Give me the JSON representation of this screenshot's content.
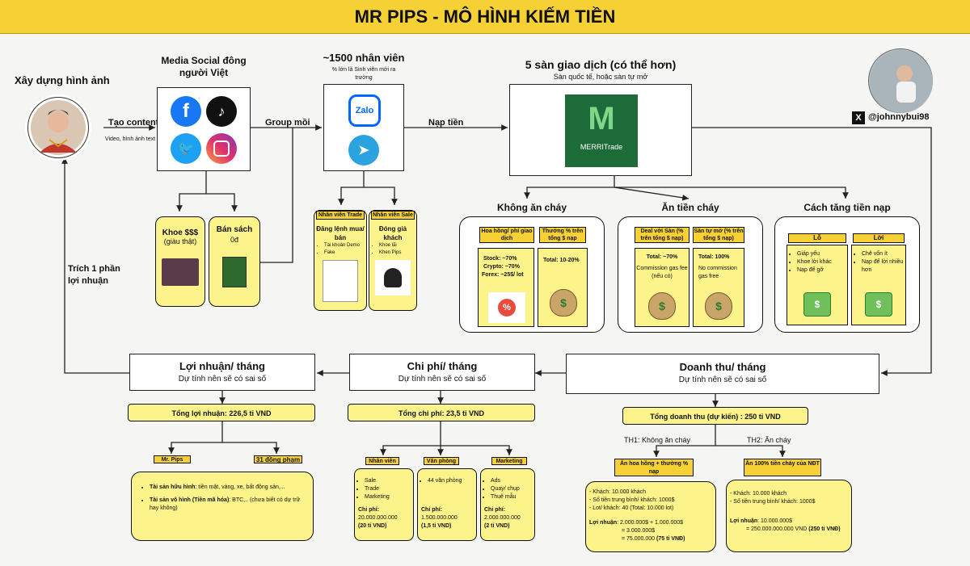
{
  "header": {
    "title": "MR PIPS - MÔ HÌNH KIẾM TIỀN"
  },
  "brand": {
    "title": "Xây dựng hình ảnh"
  },
  "flow": {
    "tao_content": "Tạo content",
    "tao_content_sub": "Video, hình ảnh text",
    "group_moi": "Group mồi",
    "nap_tien": "Nạp tiền",
    "trich": "Trích 1 phần lợi nhuận"
  },
  "media": {
    "title": "Media Social đông người Việt"
  },
  "khoe": {
    "title": "Khoe $$$",
    "sub": "(giàu thật)"
  },
  "bansach": {
    "title": "Bán sách",
    "sub": "0đ"
  },
  "staff": {
    "title": "~1500 nhân viên",
    "sub": "% lớn là Sinh viên mới ra trường",
    "zalo": "Zalo"
  },
  "nvtrade": {
    "tag": "Nhân viên Trade",
    "title": "Đăng lệnh mua/ bán",
    "items": [
      "Tài khoản Demo",
      "Fake"
    ]
  },
  "nvsale": {
    "tag": "Nhân viên Sale",
    "title": "Đóng giả khách",
    "items": [
      "Khoe lãi",
      "Khen Pips"
    ]
  },
  "exchange": {
    "title": "5 sàn giao dịch (có thể hơn)",
    "sub": "Sàn quốc tế, hoặc sàn tự mở",
    "logo_text": "MERRITrade"
  },
  "profile": {
    "handle": "@johnnybui98"
  },
  "kac": {
    "title": "Không ăn cháy",
    "tag1": "Hoa hồng/ phí giao dịch",
    "tag2": "Thưởng % trên tổng $ nạp",
    "stock": "Stock: ~70%",
    "crypto": "Crypto: ~70%",
    "forex": "Forex: ~25$/ lot",
    "total": "Total: 10-20%"
  },
  "atc": {
    "title": "Ăn tiền cháy",
    "tag1": "Deal với Sàn (% trên tổng $ nạp)",
    "tag2": "Sàn tự mở (% trên tổng $ nạp)",
    "total1": "Total: ~70%",
    "note1": "Commission gas fee (nếu có)",
    "total2": "Total: 100%",
    "note2": "No commission gas free"
  },
  "ctn": {
    "title": "Cách tăng tiền nạp",
    "tag1": "Lỗ",
    "tag2": "Lời",
    "items1": [
      "Giáp yếu",
      "Khoe lời khác",
      "Nạp để gỡ"
    ],
    "items2": [
      "Chê vốn ít",
      "Nạp để lời nhiều hơn"
    ]
  },
  "profit": {
    "title": "Lợi nhuận/ tháng",
    "sub": "Dự tính nên sẽ có sai số",
    "total": "Tổng lợi nhuận: 226,5 tỉ VND",
    "tag1": "Mr. Pips",
    "tag2": "31 đồng phạm",
    "asset1_b": "Tài sản hữu hình",
    "asset1": ": tiền mặt, vàng, xe, bất động sản,...",
    "asset2_b": "Tài sản vô hình (Tiền mã hóa)",
    "asset2": ": BTC,.. (chưa biết có dự trữ hay không)"
  },
  "cost": {
    "title": "Chi phí/ tháng",
    "sub": "Dự tính nên sẽ có sai số",
    "total": "Tổng chi phí: 23,5 tỉ VND",
    "col1": {
      "tag": "Nhân viên",
      "items": [
        "Sale",
        "Trade",
        "Marketing"
      ],
      "label": "Chi phí:",
      "value": "20.000.000.000",
      "bold": "(20 tỉ VND)"
    },
    "col2": {
      "tag": "Văn phòng",
      "items": [
        "44 văn phòng"
      ],
      "label": "Chi phí:",
      "value": "1.500.000.000",
      "bold": "(1,5 tỉ VND)"
    },
    "col3": {
      "tag": "Marketing",
      "items": [
        "Ads",
        "Quay/ chụp",
        "Thuê mẫu"
      ],
      "label": "Chi phí:",
      "value": "2.000.000.000",
      "bold": "(2 tỉ VND)"
    }
  },
  "revenue": {
    "title": "Doanh thu/ tháng",
    "sub": "Dự tính nên sẽ có sai số",
    "total": "Tổng doanh thu (dự kiến) : 250 tỉ VND",
    "th1": "TH1: Không ăn cháy",
    "th2": "TH2: Ăn cháy",
    "tag1": "Ăn hoa hồng + thưởng % nạp",
    "tag2": "Ăn 100% tiền cháy của NĐT",
    "c1": [
      "- Khách: 10.000 khách",
      "- Số tiền trung bình/ khách: 1000$",
      "- Lot/ khách: 40 (Total: 10.000 lot)"
    ],
    "c1p": "Lợi nhuận",
    "c1p_val": ": 2.000.000$ + 1.000.000$",
    "c1p2": "= 3.000.000$",
    "c1p3": "= 75.000.000",
    "c1p3b": "(75 tỉ VNĐ)",
    "c2": [
      "- Khách: 10.000 khách",
      "- Số tiền trung bình/ khách: 1000$"
    ],
    "c2p": "Lợi nhuận",
    "c2p_val": ": 10.000.000$",
    "c2p2": "= 250.000.000.000 VND",
    "c2p2b": "(250 tỉ VNĐ)"
  },
  "colors": {
    "header": "#f6d136",
    "panel": "#fcf38a",
    "merri": "#1e6b3a"
  }
}
